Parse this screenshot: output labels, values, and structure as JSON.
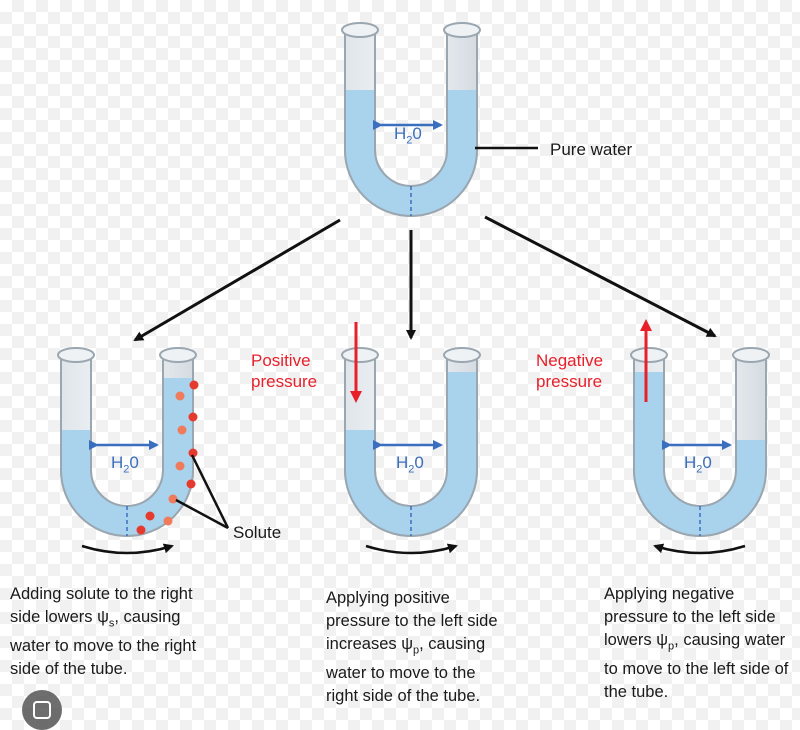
{
  "title_label": "Pure water",
  "h2o_label": {
    "main": "H",
    "sub": "2",
    "tail": "0"
  },
  "solute_label": "Solute",
  "positive_pressure": {
    "line1": "Positive",
    "line2": "pressure"
  },
  "negative_pressure": {
    "line1": "Negative",
    "line2": "pressure"
  },
  "captions": {
    "left": {
      "pre": "Adding solute to the right side lowers ψ",
      "sub": "s",
      "post": ", causing water to move to the right side of the tube."
    },
    "middle": {
      "pre": "Applying positive pressure to the left side increases ψ",
      "sub": "p",
      "post": ", causing water to move to the right side of the tube."
    },
    "right": {
      "pre": "Applying negative pressure to the left side lowers ψ",
      "sub": "p",
      "post": ", causing water to move to the left side of the tube."
    }
  },
  "colors": {
    "water": "#a9d3ec",
    "glass": "#e9eef2",
    "arrow_red": "#e8202a",
    "arrow_blue": "#3a6fc0",
    "solute": "#e63a2e"
  }
}
